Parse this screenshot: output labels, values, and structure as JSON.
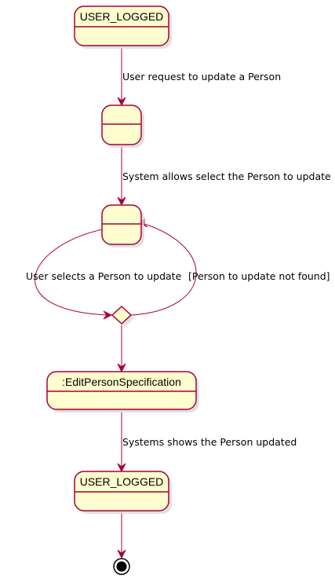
{
  "diagram": {
    "states": {
      "start_state": "USER_LOGGED",
      "request_state": "",
      "select_state": "",
      "edit_state": ":EditPersonSpecification",
      "end_state": "USER_LOGGED"
    },
    "transitions": {
      "t1": "User request to update a Person",
      "t2": "System allows select the Person to update",
      "t3": "User selects a Person to update",
      "t4": "[Person to update not found]",
      "t5": "Systems shows the Person updated"
    }
  },
  "colors": {
    "state_fill": "#FEFECE",
    "state_border": "#A80036",
    "arrow": "#A80036",
    "final_state": "#000000"
  }
}
